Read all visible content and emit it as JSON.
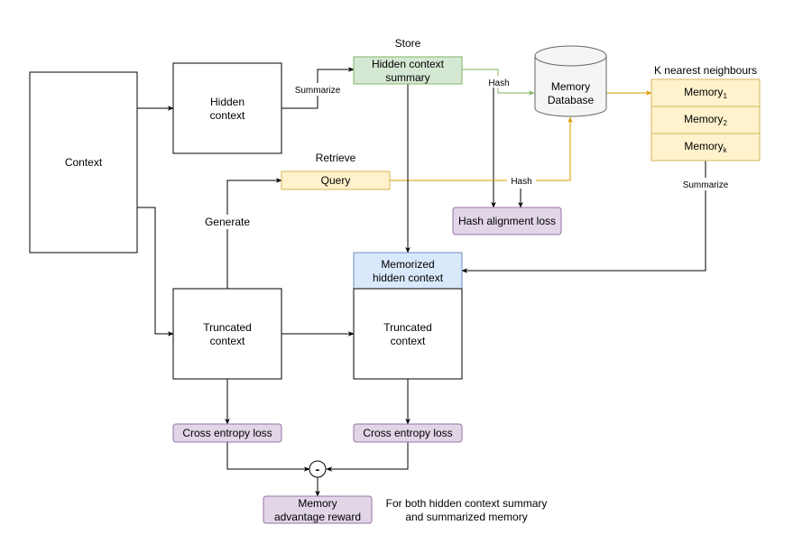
{
  "diagram": {
    "context": "Context",
    "hidden_context": [
      "Hidden",
      "context"
    ],
    "summarize_1": "Summarize",
    "store": "Store",
    "hidden_context_summary": [
      "Hidden context",
      "summary"
    ],
    "hash_1": "Hash",
    "memory_database": [
      "Memory",
      "Database"
    ],
    "knn_title": "K nearest neighbours",
    "memory_label": "Memory",
    "memory_subscripts": [
      "1",
      "2",
      "k"
    ],
    "summarize_2": "Summarize",
    "retrieve": "Retrieve",
    "query": "Query",
    "hash_2": "Hash",
    "generate": "Generate",
    "hash_alignment_loss": "Hash alignment loss",
    "memorized_hidden_context": [
      "Memorized",
      "hidden context"
    ],
    "truncated_context_left": [
      "Truncated",
      "context"
    ],
    "truncated_context_right": [
      "Truncated",
      "context"
    ],
    "cross_entropy_left": "Cross entropy loss",
    "cross_entropy_right": "Cross entropy loss",
    "minus": "-",
    "memory_advantage_reward": [
      "Memory",
      "advantage reward"
    ],
    "note": [
      "For both hidden context summary",
      "and summarized memory"
    ]
  },
  "colors": {
    "green_fill": "#d5e8d4",
    "green_stroke": "#82b366",
    "yellow_fill": "#fff2cc",
    "yellow_stroke": "#d6b656",
    "yellow_line": "#d79b00",
    "blue_fill": "#dae8fc",
    "blue_stroke": "#6c8ebf",
    "purple_fill": "#e1d5e7",
    "purple_stroke": "#9673a6",
    "db_fill": "#f5f5f5",
    "db_stroke": "#666666"
  }
}
